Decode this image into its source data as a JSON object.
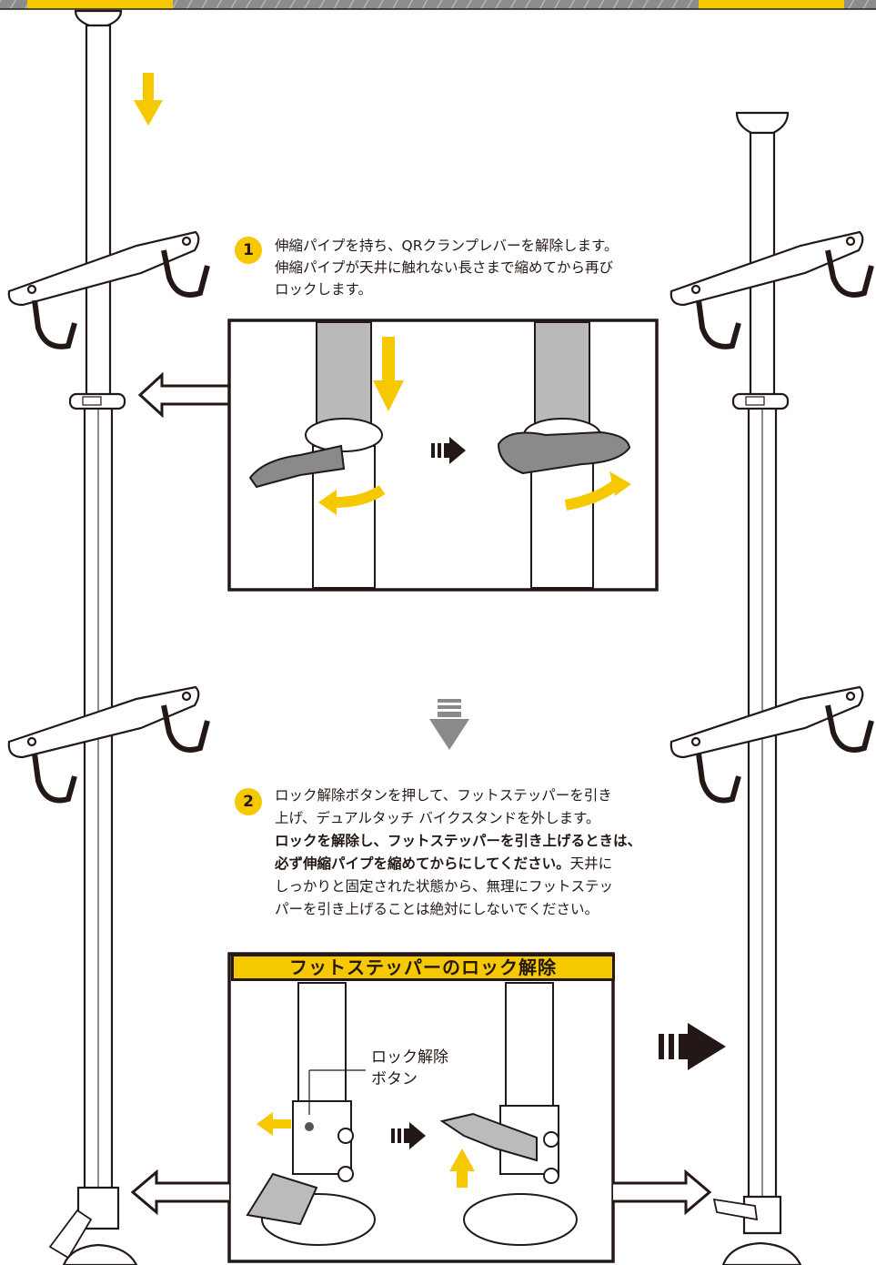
{
  "step1": {
    "number": "1",
    "line1": "伸縮パイプを持ち、QRクランプレバーを解除します。",
    "line2": "伸縮パイプが天井に触れない長さまで縮めてから再び",
    "line3": "ロックします。"
  },
  "step2": {
    "number": "2",
    "line1": "ロック解除ボタンを押して、フットステッパーを引き",
    "line2": "上げ、デュアルタッチ バイクスタンドを外します。",
    "bold1": "ロックを解除し、フットステッパーを引き上げるときは、",
    "bold2": "必ず伸縮パイプを縮めてからにしてください。",
    "tail2": "天井に",
    "line5": "しっかりと固定された状態から、無理にフットステッ",
    "line6": "パーを引き上げることは絶対にしないでください。"
  },
  "footlock": {
    "banner": "フットステッパーのロック解除",
    "button_label_1": "ロック解除",
    "button_label_2": "ボタン"
  },
  "colors": {
    "accent": "#f5c800",
    "ink": "#231815",
    "arrow_grey": "#8a8a8a"
  },
  "icons": [
    "down-arrow-icon",
    "outline-left-arrow-icon",
    "outline-right-arrow-icon",
    "next-step-arrow-icon",
    "rotate-arrow-icon",
    "up-arrow-icon"
  ]
}
